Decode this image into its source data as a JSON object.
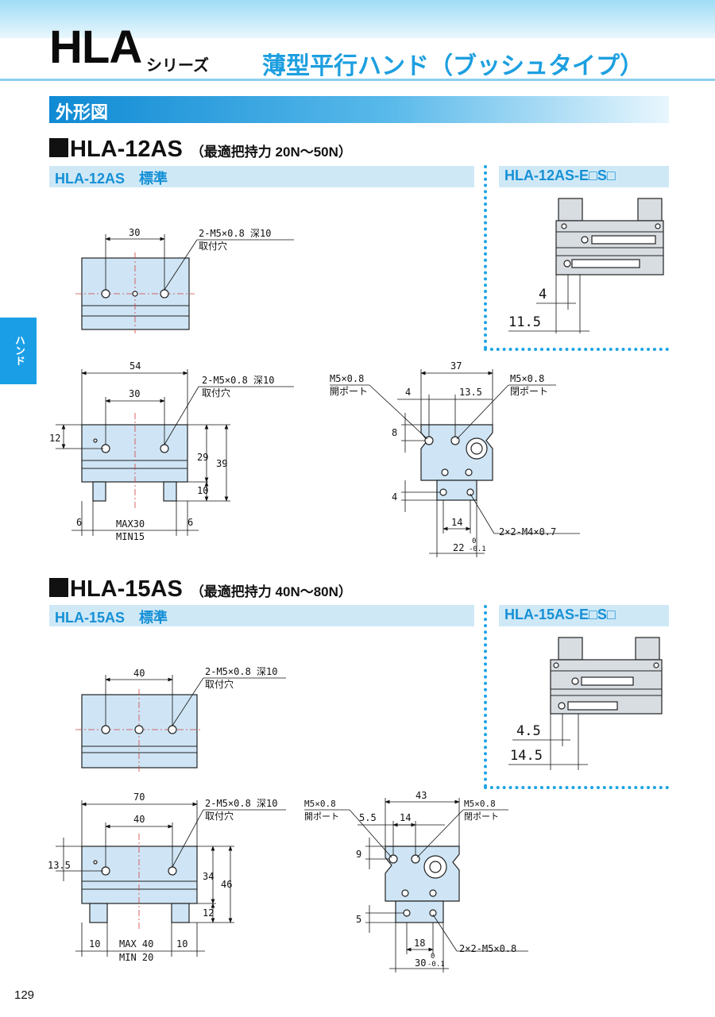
{
  "header": {
    "series_code": "HLA",
    "series_word": "シリーズ",
    "page_title": "薄型平行ハンド（ブッシュタイプ）"
  },
  "section": {
    "title": "外形図"
  },
  "side_tab": {
    "label": "ハンド"
  },
  "page_number": "129",
  "models": [
    {
      "title": "HLA-12AS",
      "subtitle": "（最適把持力 20N～50N）",
      "std_label": "HLA-12AS　標準",
      "opt_label": "HLA-12AS-E□S□",
      "dims": {
        "d30": "30",
        "d54": "54",
        "d12": "12",
        "d29": "29",
        "d39": "39",
        "d10": "10",
        "d6": "6",
        "max": "MAX30",
        "min": "MIN15",
        "d37": "37",
        "d4": "4",
        "d13_5": "13.5",
        "d8": "8",
        "d4b": "4",
        "d14": "14",
        "d22": "22",
        "tol_top": "0",
        "tol_bot": "-0.1",
        "opt_a": "4",
        "opt_b": "11.5"
      },
      "notes": {
        "tap": "2-M5×0.8 深10",
        "tap2": "取付穴",
        "port_l1": "M5×0.8",
        "port_l2": "開ポート",
        "port_r1": "M5×0.8",
        "port_r2": "閉ポート",
        "bottom": "2×2-M4×0.7"
      }
    },
    {
      "title": "HLA-15AS",
      "subtitle": "（最適把持力 40N～80N）",
      "std_label": "HLA-15AS　標準",
      "opt_label": "HLA-15AS-E□S□",
      "dims": {
        "d40": "40",
        "d70": "70",
        "d13_5": "13.5",
        "d34": "34",
        "d46": "46",
        "d12": "12",
        "d10": "10",
        "max": "MAX 40",
        "min": "MIN 20",
        "d43": "43",
        "d5_5": "5.5",
        "d14": "14",
        "d9": "9",
        "d5": "5",
        "d18": "18",
        "d30": "30",
        "tol_top": "0",
        "tol_bot": "-0.1",
        "opt_a": "4.5",
        "opt_b": "14.5"
      },
      "notes": {
        "tap": "2-M5×0.8 深10",
        "tap2": "取付穴",
        "port_l1": "M5×0.8",
        "port_l2": "開ポート",
        "port_r1": "M5×0.8",
        "port_r2": "閉ポート",
        "bottom": "2×2-M5×0.8"
      }
    }
  ],
  "colors": {
    "accent": "#1a9fe6",
    "part": "#cfe5f5",
    "band": "#cfe8f6"
  }
}
